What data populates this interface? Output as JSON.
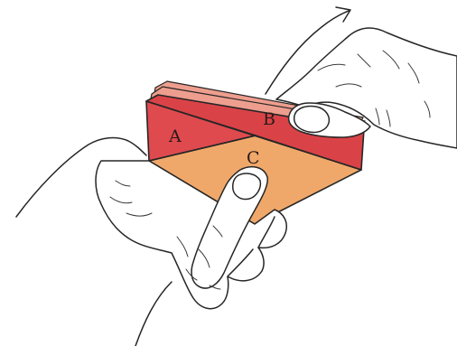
{
  "labels": {
    "a": "A",
    "b": "B",
    "c": "C"
  },
  "colors": {
    "flap_a": "#df4a4f",
    "flap_b": "#d94347",
    "folded_edge": "#ee9e8e",
    "panel_c": "#f0a86a",
    "outline": "#262626",
    "paper_background": "#ffffff"
  },
  "icons": {
    "motion_arrow": "curved-arrow-icon"
  }
}
